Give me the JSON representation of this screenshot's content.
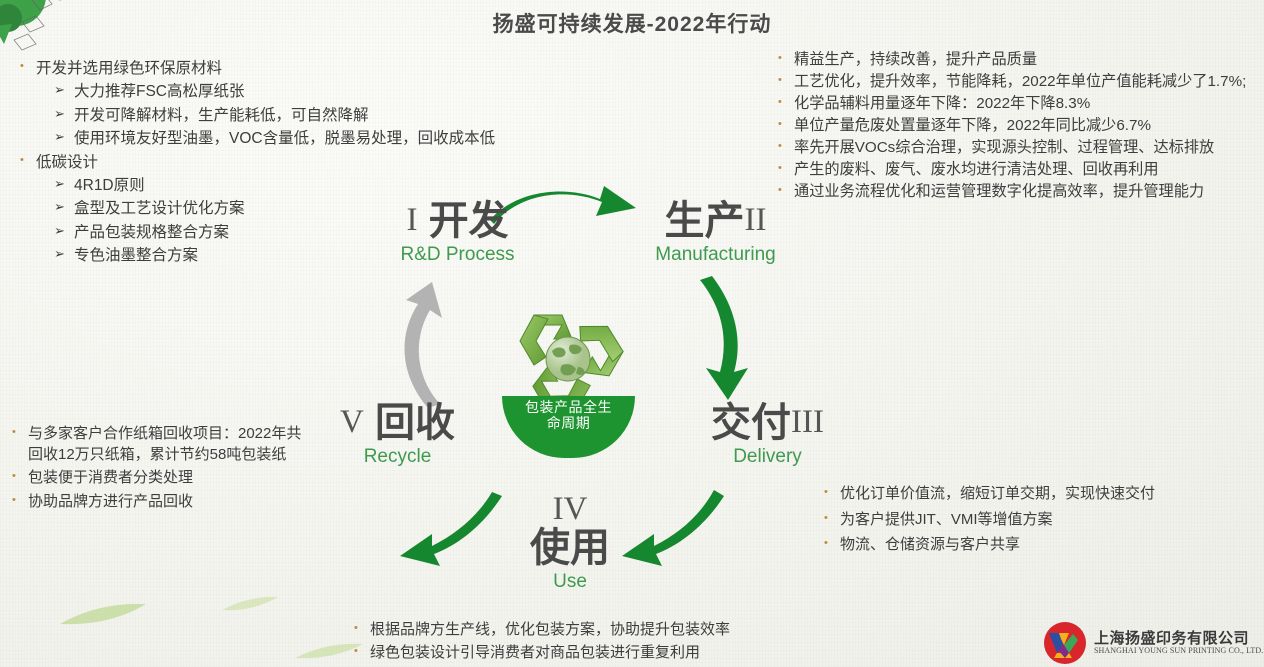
{
  "title": "扬盛可持续发展-2022年行动",
  "center_emblem": {
    "icon": "recycle-globe-icon",
    "band_line1": "包装产品全生",
    "band_line2": "命周期"
  },
  "stages": {
    "rd": {
      "numeral": "I",
      "numeral_pos": "before",
      "cn": "开发",
      "en": "R&D Process"
    },
    "mfg": {
      "numeral": "II",
      "numeral_pos": "after",
      "cn": "生产",
      "en": "Manufacturing"
    },
    "del": {
      "numeral": "III",
      "numeral_pos": "after",
      "cn": "交付",
      "en": "Delivery"
    },
    "use": {
      "numeral": "IV",
      "numeral_pos": "above",
      "cn": "使用",
      "en": "Use"
    },
    "rec": {
      "numeral": "V",
      "numeral_pos": "before",
      "cn": "回收",
      "en": "Recycle"
    }
  },
  "blocks": {
    "left_top": [
      {
        "level": 1,
        "text": "开发并选用绿色环保原材料"
      },
      {
        "level": 2,
        "text": "大力推荐FSC高松厚纸张"
      },
      {
        "level": 2,
        "text": "开发可降解材料，生产能耗低，可自然降解"
      },
      {
        "level": 2,
        "text": "使用环境友好型油墨，VOC含量低，脱墨易处理，回收成本低"
      },
      {
        "level": 1,
        "text": "低碳设计"
      },
      {
        "level": 2,
        "text": "4R1D原则"
      },
      {
        "level": 2,
        "text": "盒型及工艺设计优化方案"
      },
      {
        "level": 2,
        "text": "产品包装规格整合方案"
      },
      {
        "level": 2,
        "text": "专色油墨整合方案"
      }
    ],
    "right_top": [
      {
        "level": 1,
        "text": "精益生产，持续改善，提升产品质量"
      },
      {
        "level": 1,
        "text": "工艺优化，提升效率，节能降耗，2022年单位产值能耗减少了1.7%;"
      },
      {
        "level": 1,
        "text": "化学品辅料用量逐年下降：2022年下降8.3%"
      },
      {
        "level": 1,
        "text": "单位产量危废处置量逐年下降，2022年同比减少6.7%"
      },
      {
        "level": 1,
        "text": "率先开展VOCs综合治理，实现源头控制、过程管理、达标排放"
      },
      {
        "level": 1,
        "text": "产生的废料、废气、废水均进行清洁处理、回收再利用"
      },
      {
        "level": 1,
        "text": "通过业务流程优化和运营管理数字化提高效率，提升管理能力"
      }
    ],
    "left_bottom": [
      {
        "level": 1,
        "text": "与多家客户合作纸箱回收项目：2022年共回收12万只纸箱，累计节约58吨包装纸"
      },
      {
        "level": 1,
        "text": "包装便于消费者分类处理"
      },
      {
        "level": 1,
        "text": "协助品牌方进行产品回收"
      }
    ],
    "right_bottom": [
      {
        "level": 1,
        "text": "优化订单价值流，缩短订单交期，实现快速交付"
      },
      {
        "level": 1,
        "text": "为客户提供JIT、VMI等增值方案"
      },
      {
        "level": 1,
        "text": "物流、仓储资源与客户共享"
      }
    ],
    "bottom_center": [
      {
        "level": 1,
        "text": "根据品牌方生产线，优化包装方案，协助提升包装效率"
      },
      {
        "level": 1,
        "text": "绿色包装设计引导消费者对商品包装进行重复利用"
      }
    ]
  },
  "logo": {
    "mark": "young-sun-ys-monogram-icon",
    "cn": "上海扬盛印务有限公司",
    "en": "SHANGHAI YOUNG SUN PRINTING CO., LTD."
  },
  "colors": {
    "arrow_green": "#15872e",
    "arrow_gray": "#b3b3b3",
    "accent_green": "#3f9a4e",
    "band_green": "#1d9430",
    "bullet_dot": "#c08a3e",
    "text_dark": "#3d3d3d",
    "background": "#f7f7f3"
  },
  "bullet_glyphs": {
    "level1": "•",
    "level2": "➢"
  }
}
